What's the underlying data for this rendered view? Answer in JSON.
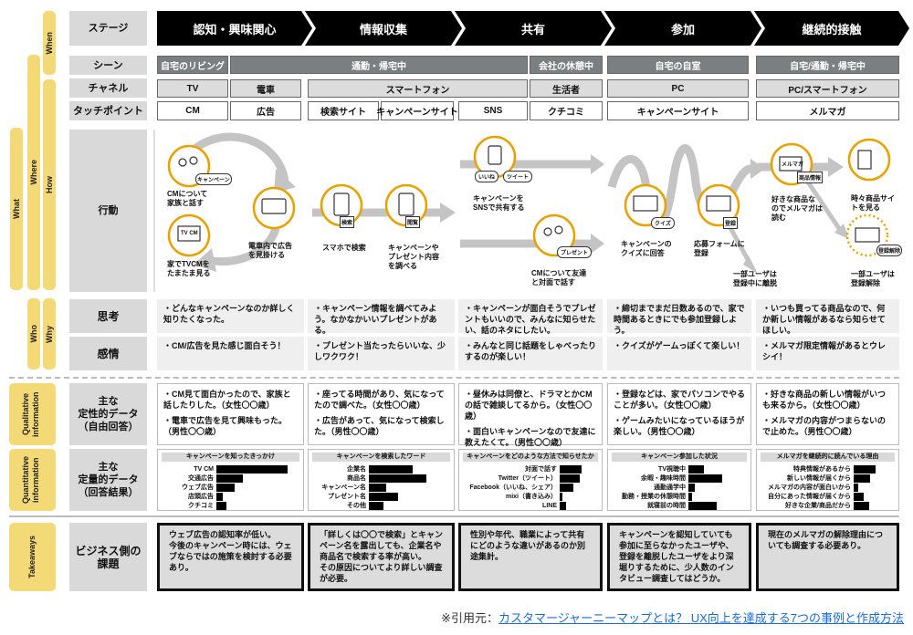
{
  "side_labels": {
    "when": "When",
    "where": "Where",
    "how": "How",
    "what": "What",
    "who": "Who",
    "why": "Why",
    "qualitative": "Qualitative information",
    "quantitative": "Quantitative information",
    "takeaways": "Takeaways"
  },
  "row_labels": {
    "stage": "ステージ",
    "scene": "シーン",
    "channel": "チャネル",
    "touchpoint": "タッチポイント",
    "action": "行動",
    "thought": "思考",
    "emotion": "感情",
    "qualitative": "主な\n定性的データ\n（自由回答）",
    "quantitative": "主な\n定量的データ\n（回答結果）",
    "business": "ビジネス側の\n課題"
  },
  "stages": [
    "認知・興味関心",
    "情報収集",
    "共有",
    "参加",
    "継続的接触"
  ],
  "scenes": [
    "自宅のリビング",
    "通勤・帰宅中",
    "会社の休憩中",
    "自宅の自室",
    "自宅/通勤・帰宅中"
  ],
  "channels": [
    "TV",
    "電車",
    "スマートフォン",
    "生活者",
    "PC",
    "PC/スマートフォン"
  ],
  "touchpoints": [
    "CM",
    "広告",
    "検索サイト",
    "キャンペーンサイト",
    "SNS",
    "クチコミ",
    "キャンペーンサイト",
    "メルマガ"
  ],
  "actions": {
    "captions": [
      "CMについて\n家族と話す",
      "家でTVCMを\nたまたま見る",
      "電車内で広告\nを見掛ける",
      "スマホで検索",
      "キャンペーンや\nプレゼント内容\nを調べる",
      "キャンペーンを\nSNSで共有する",
      "CMについて友達\nと対面で話す",
      "キャンペーンの\nクイズに回答",
      "応募フォームに\n登録",
      "一部ユーザは\n登録中に離脱",
      "好きな商品な\nのでメルマガは\n読む",
      "時々商品サイ\nトを見る",
      "一部ユーザは\n登録解除"
    ],
    "icon_labels": {
      "campaign": "キャンペーン",
      "tvcm": "TV CM",
      "search": "検索",
      "browse": "閲覧",
      "like": "いいね",
      "tweet": "ツイート",
      "present": "プレゼント",
      "quiz": "クイズ",
      "register": "登録",
      "mailmag": "メルマガ",
      "product_info": "商品情報",
      "unsubscribe": "登録解除"
    }
  },
  "thoughts": [
    "・どんなキャンペーンなのか詳しく知りたくなった。",
    "・キャンペーン情報を調べてみよう。なかなかいいプレゼントがある。",
    "・キャンペーンが面白そうでプレゼントもいいので、みんなに知らせたい、話のネタにしたい。",
    "・締切までまだ日数あるので、家で時間あるときにでも参加登録しよう。",
    "・いつも買ってる商品なので、何か新しい情報があるなら知らせてほしい。"
  ],
  "emotions": [
    "・CM/広告を見た感じ面白そう！",
    "・プレゼント当たったらいいな、少しワクワク！",
    "・みんなと同じ話題をしゃべったりするのが楽しい！",
    "・クイズがゲームっぽくて楽しい！",
    "・メルマガ限定情報があるとウレシイ！"
  ],
  "qualitative": [
    [
      "・CM見て面白かったので、家族と話したりした。（女性〇〇歳）",
      "・電車で広告を見て興味もった。（男性〇〇歳）"
    ],
    [
      "・座ってる時間があり、気になってたので調べた。（女性〇〇歳）",
      "・広告があって、気になって検索した。（男性〇〇歳）"
    ],
    [
      "・昼休みは同僚と、ドラマとかCMの話で雑談してるから。（女性〇〇歳）",
      "・面白いキャンペーンなので友達に教えたくて。（男性〇〇歳）"
    ],
    [
      "・登録などは、家でパソコンでやることが多い。（女性〇〇歳）",
      "・ゲームみたいになっているほうが楽しい。（男性〇〇歳）"
    ],
    [
      "・好きな商品の新しい情報がいつも来るから。（女性〇〇歳）",
      "・メルマガの内容がつまらないので止めた。（男性〇〇歳）"
    ]
  ],
  "chart_data": [
    {
      "type": "bar",
      "orientation": "horizontal",
      "title": "キャンペーンを知ったきっかけ",
      "categories": [
        "TV CM",
        "交通広告",
        "ウェブ広告",
        "店頭広告",
        "クチコミ"
      ],
      "values": [
        88,
        33,
        22,
        8,
        12
      ],
      "xlim": [
        0,
        100
      ]
    },
    {
      "type": "bar",
      "orientation": "horizontal",
      "title": "キャンペーンを検索したワード",
      "categories": [
        "企業名",
        "商品名",
        "キャンペーン名",
        "プレゼント名",
        "その他"
      ],
      "values": [
        55,
        72,
        22,
        37,
        18
      ],
      "xlim": [
        0,
        100
      ]
    },
    {
      "type": "bar",
      "orientation": "horizontal",
      "title": "キャンペーンをどのような方法で知らせたか",
      "categories": [
        "対面で話す",
        "Twitter（ツイート）",
        "Facebook（いいね、シェア）",
        "mixi（書き込み）",
        "LINE"
      ],
      "values": [
        60,
        55,
        37,
        7,
        18
      ],
      "xlim": [
        0,
        100
      ]
    },
    {
      "type": "bar",
      "orientation": "horizontal",
      "title": "キャンペーン参加した状況",
      "categories": [
        "TV視聴中",
        "余暇・趣味時間",
        "通勤通学中",
        "勤務・授業の休憩時間",
        "就寝前の時間"
      ],
      "values": [
        27,
        60,
        12,
        6,
        50
      ],
      "xlim": [
        0,
        100
      ]
    },
    {
      "type": "bar",
      "orientation": "horizontal",
      "title": "メルマガを継続的に読んでいる理由",
      "categories": [
        "特典情報があるから",
        "新しい情報が届くから",
        "メルマガの内容が面白いから",
        "自分にあった情報が届くから",
        "好きな企業/商品だから"
      ],
      "values": [
        55,
        42,
        12,
        26,
        40
      ],
      "xlim": [
        0,
        100
      ]
    }
  ],
  "business_issues": [
    "ウェブ広告の認知率が低い。\n今後のキャンペーン時には、ウェブならではの施策を検討する必要あり。",
    "「詳しくは〇〇で検索」とキャンペーン名を露出しても、企業名や商品名で検索する率が高い。\nその原因についてより詳しい調査が必要。",
    "性別や年代、職業によって共有にどのような違いがあるのか別途集計。",
    "キャンペーンを認知していても参加に至らなかったユーザや、登録を離脱したユーザをより深堀りするために、少人数のインタビュー調査してはどうか。",
    "現在のメルマガの解除理由についても調査する必要あり。"
  ],
  "footer": {
    "prefix": "※引用元：",
    "link_text": "カスタマージャーニーマップとは？ UX向上を達成する7つの事例と作成方法"
  },
  "colors": {
    "accent_yellow": "#f4d977",
    "circle_orange": "#e8a200",
    "arrow_gray": "#bdbdbd",
    "link": "#1a6dd4"
  }
}
